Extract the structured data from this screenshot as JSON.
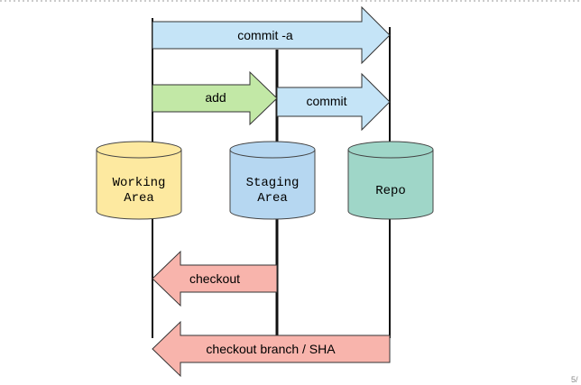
{
  "arrows": {
    "commit_a": {
      "label": "commit -a",
      "color": "#c5e4f7"
    },
    "add": {
      "label": "add",
      "color": "#c2e8a6"
    },
    "commit": {
      "label": "commit",
      "color": "#c5e4f7"
    },
    "checkout": {
      "label": "checkout",
      "color": "#f8b4ac"
    },
    "checkout_branch": {
      "label": "checkout branch / SHA",
      "color": "#f8b4ac"
    }
  },
  "stores": {
    "working": {
      "line1": "Working",
      "line2": "Area",
      "color": "#fde9a0"
    },
    "staging": {
      "line1": "Staging",
      "line2": "Area",
      "color": "#b6d7f1"
    },
    "repo": {
      "label": "Repo",
      "color": "#9fd6c8"
    }
  },
  "corner_text": "5/"
}
